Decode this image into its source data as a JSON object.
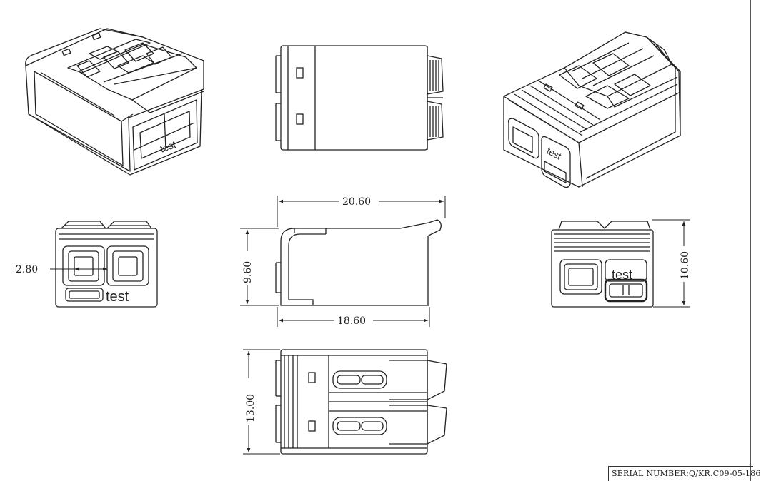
{
  "dimensions": {
    "overall_length": "20.60",
    "body_length": "18.60",
    "side_height": "9.60",
    "end_height": "10.60",
    "front_width": "13.00",
    "port_width": "2.80"
  },
  "markings": {
    "front_label": "test",
    "iso_label": "test",
    "iso_right_label": "test",
    "end_label": "test"
  },
  "serial_number": "SERIAL NUMBER:Q/KR.C09-05-186"
}
